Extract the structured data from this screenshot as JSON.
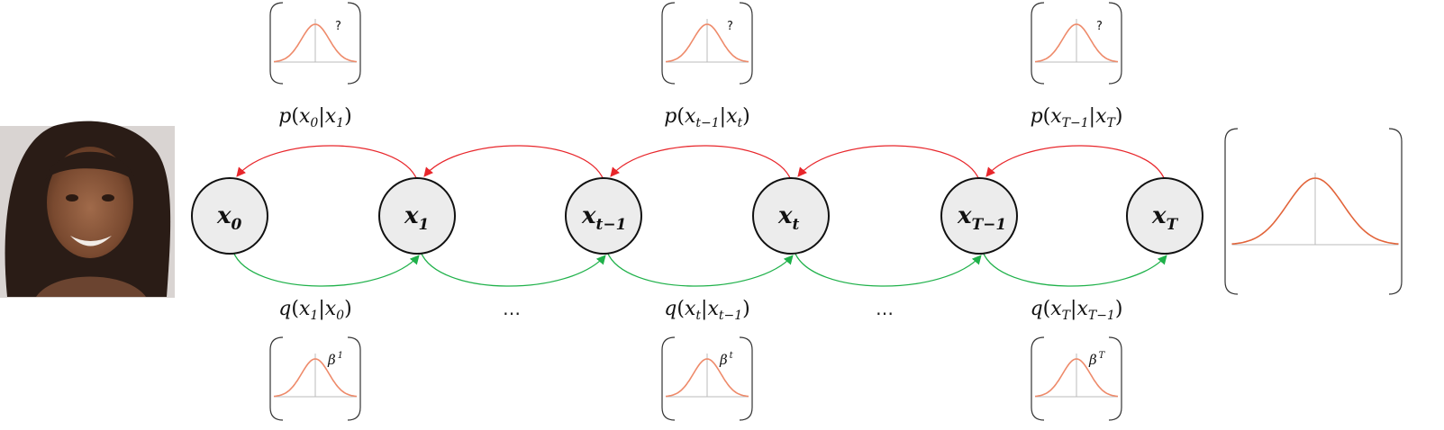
{
  "nodes": [
    {
      "base": "x",
      "sub": "0"
    },
    {
      "base": "x",
      "sub": "1"
    },
    {
      "base": "x",
      "sub": "t−1"
    },
    {
      "base": "x",
      "sub": "t"
    },
    {
      "base": "x",
      "sub": "T−1"
    },
    {
      "base": "x",
      "sub": "T"
    }
  ],
  "reverse_labels": [
    {
      "f": "p",
      "a": "x",
      "a_sub": "0",
      "b": "x",
      "b_sub": "1"
    },
    {
      "f": "p",
      "a": "x",
      "a_sub": "t−1",
      "b": "x",
      "b_sub": "t"
    },
    {
      "f": "p",
      "a": "x",
      "a_sub": "T−1",
      "b": "x",
      "b_sub": "T"
    }
  ],
  "forward_labels": [
    {
      "f": "q",
      "a": "x",
      "a_sub": "1",
      "b": "x",
      "b_sub": "0"
    },
    {
      "f": "q",
      "a": "x",
      "a_sub": "t",
      "b": "x",
      "b_sub": "t−1"
    },
    {
      "f": "q",
      "a": "x",
      "a_sub": "T",
      "b": "x",
      "b_sub": "T−1"
    }
  ],
  "ellipses": [
    "…",
    "…"
  ],
  "reverse_box_marks": [
    "?",
    "?",
    "?"
  ],
  "forward_box_marks": [
    {
      "base": "β",
      "sup": "1"
    },
    {
      "base": "β",
      "sup": "t"
    },
    {
      "base": "β",
      "sup": "T"
    }
  ],
  "colors": {
    "reverse_arrow": "#e8262b",
    "forward_arrow": "#1fb14a",
    "curve_small": "#ee8a6a",
    "curve_large": "#e2643a",
    "node_fill": "#ececec",
    "node_stroke": "#111111"
  },
  "icons": {
    "portrait": "face-photo-icon"
  }
}
